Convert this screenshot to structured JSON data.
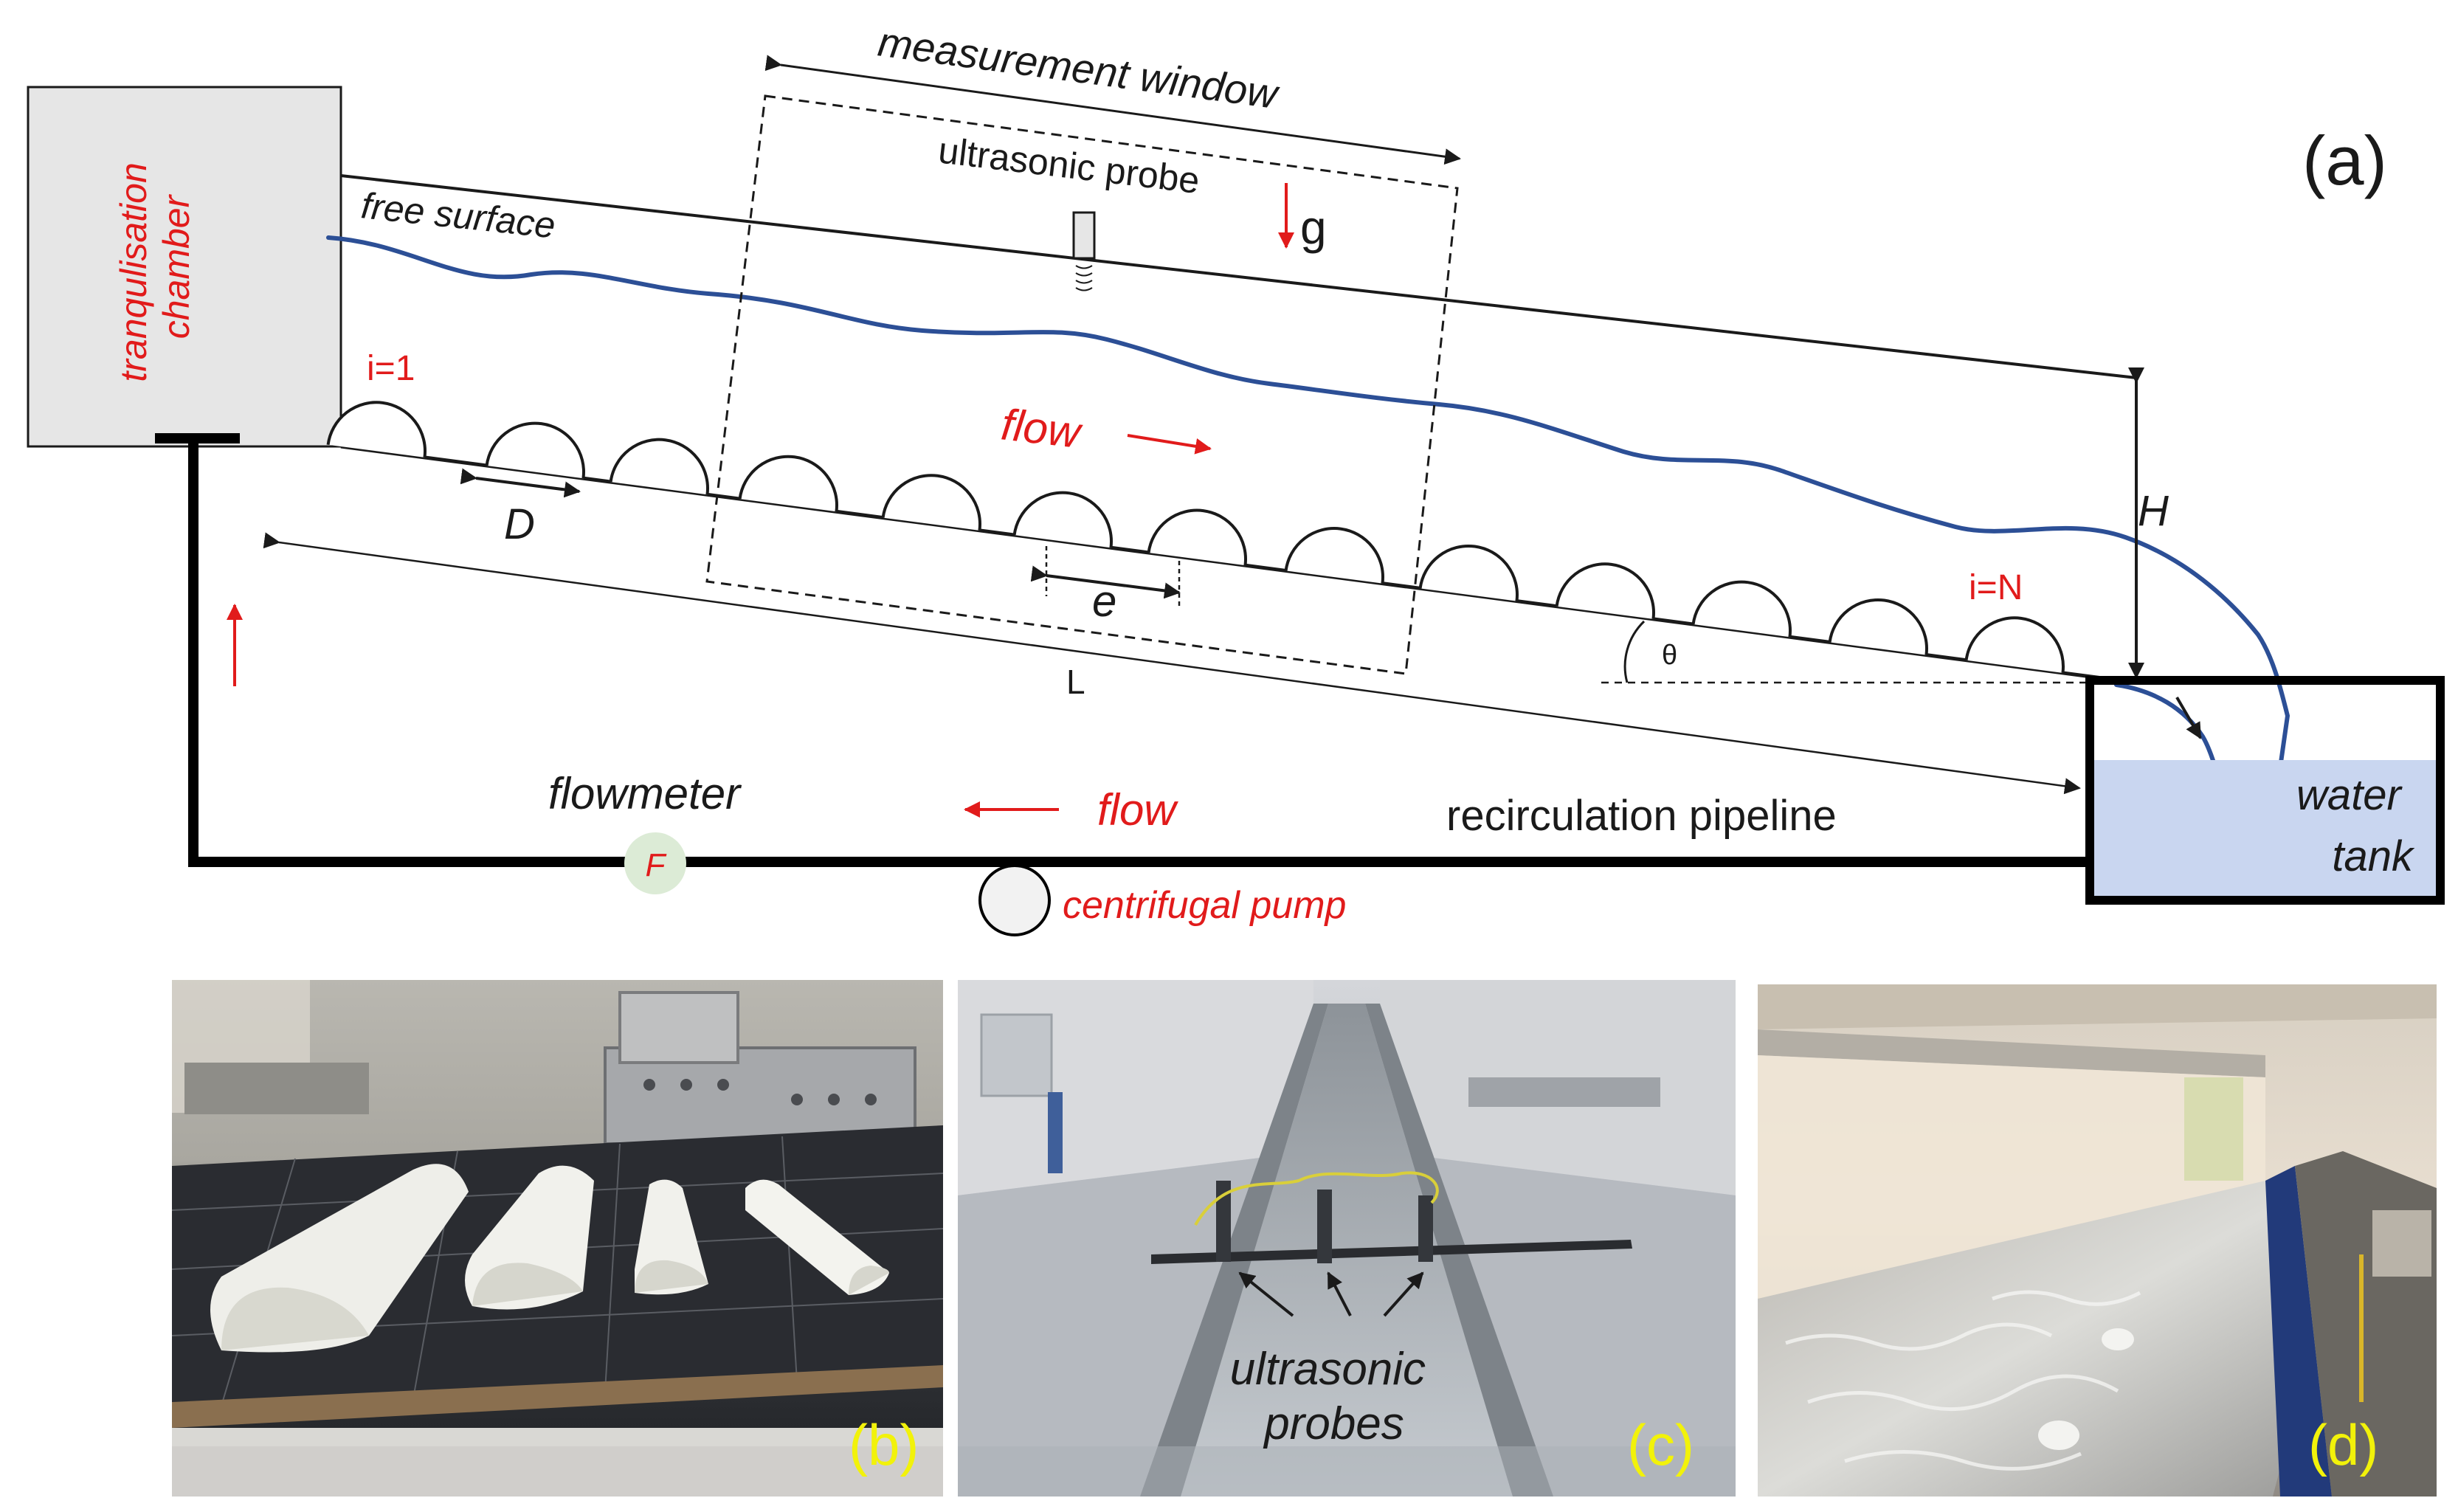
{
  "panel_a": {
    "panel_label": "(a)",
    "labels": {
      "measurement_window": "measurement window",
      "ultrasonic_probe": "ultrasonic probe",
      "gravity": "g",
      "free_surface": "free surface",
      "tranquilisation_chamber": "tranqulisation chamber",
      "first_obstacle": "i=1",
      "last_obstacle": "i=N",
      "flow_top": "flow",
      "flow_bottom": "flow",
      "diameter": "D",
      "spacing": "e",
      "length": "L",
      "height": "H",
      "angle": "θ",
      "flowmeter": "flowmeter",
      "flowmeter_symbol": "F",
      "recirculation_pipeline": "recirculation pipeline",
      "water_tank": "water tank",
      "centrifugal_pump": "centrifugal pump"
    }
  },
  "panel_b": {
    "panel_label": "(b)"
  },
  "panel_c": {
    "panel_label": "(c)",
    "annotation": "ultrasonic probes"
  },
  "panel_d": {
    "panel_label": "(d)"
  },
  "colors": {
    "red_label": "#e11b1b",
    "free_surface_line": "#2c4f96",
    "water": "#c9d6f0",
    "chamber_fill": "#e6e6e6",
    "flowmeter_fill": "#dcebd6",
    "photo_label": "#f2f20a"
  }
}
